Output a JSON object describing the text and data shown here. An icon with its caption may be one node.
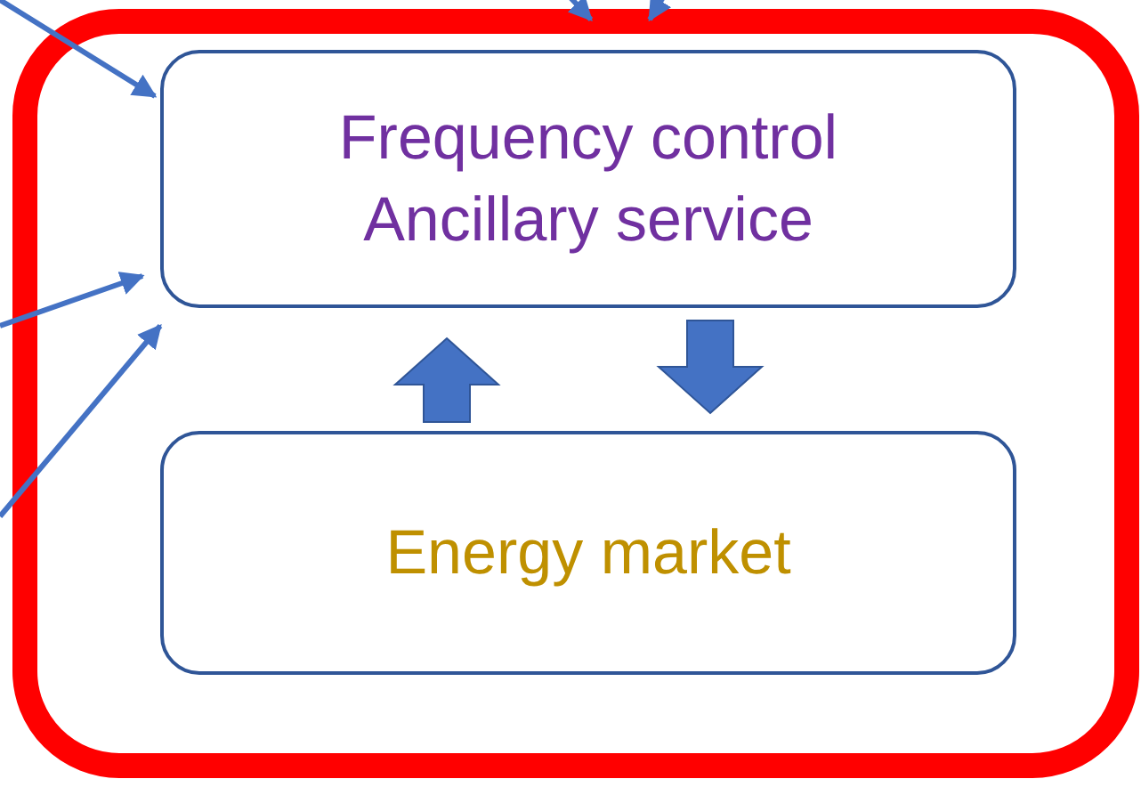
{
  "diagram": {
    "nodes": [
      {
        "text": [],
        "shape": "box"
      },
      {
        "text": [
          "Frequency control Ancillary service"
        ],
        "in": 0
      },
      {
        "text": [
          "Energy market"
        ],
        "in": 0
      }
    ],
    "edges": [
      {
        "from": null,
        "to": 1,
        "arrow": "to"
      },
      {
        "from": null,
        "to": 1,
        "arrow": "to"
      },
      {
        "from": null,
        "to": 1,
        "arrow": "to"
      },
      {
        "from": null,
        "to": 0,
        "arrow": "to"
      },
      {
        "from": null,
        "to": 0,
        "arrow": "to"
      },
      {
        "from": 2,
        "to": 1,
        "arrow": "to",
        "style": "thick"
      },
      {
        "from": 1,
        "to": 2,
        "arrow": "to",
        "style": "thick"
      }
    ]
  }
}
